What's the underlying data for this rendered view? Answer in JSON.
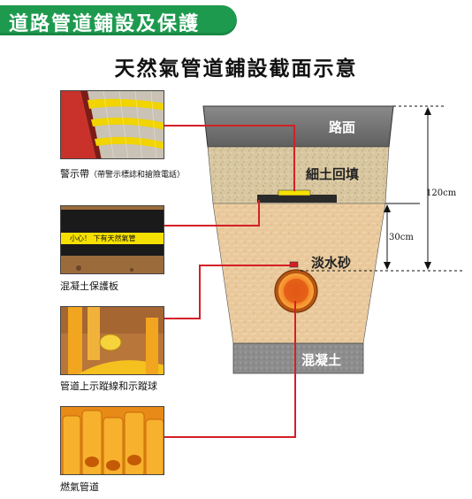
{
  "banner": {
    "title": "道路管道鋪設及保護"
  },
  "main_title": "天然氣管道鋪設截面示意",
  "layers": {
    "road": "路面",
    "fine_soil": "細土回填",
    "sand": "淡水砂",
    "concrete": "混凝土"
  },
  "dimensions": {
    "total": "120cm",
    "sand_depth": "30cm"
  },
  "items": [
    {
      "caption": "警示帶",
      "caption_note": "（帶警示標誌和搶險電話）"
    },
    {
      "caption": "混凝土保護板",
      "board_text": "小心！ 下有天然氣管"
    },
    {
      "caption": "管道上示蹤線和示蹤球"
    },
    {
      "caption": "燃氣管道"
    }
  ],
  "colors": {
    "banner_green": "#1d9a4e",
    "leader_red": "#d41f26",
    "road_gray": "#7a7a7a",
    "soil": "#d9c8a2",
    "sand": "#e6c79a",
    "pipe_orange": "#f08a1e"
  }
}
